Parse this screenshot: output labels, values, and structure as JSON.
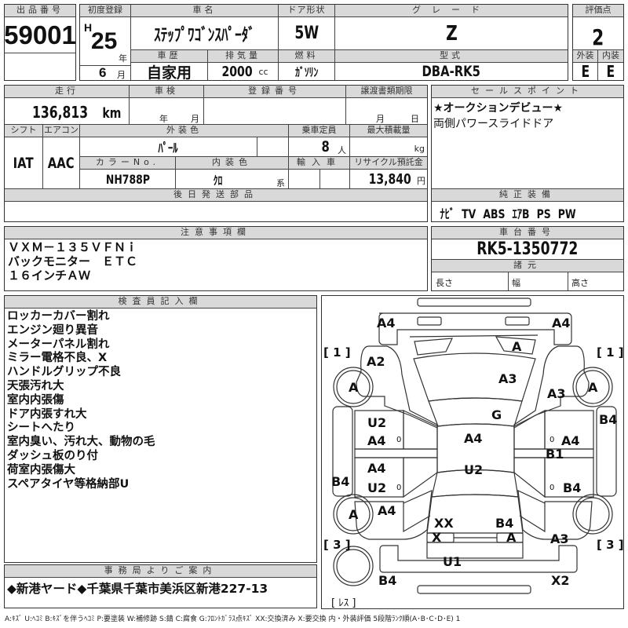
{
  "lot": {
    "label": "出品番号",
    "value": "59001"
  },
  "first_reg": {
    "label": "初度登録",
    "era": "H",
    "year": "25",
    "year_unit": "年",
    "month": "6",
    "month_unit": "月"
  },
  "car_name": {
    "label": "車名",
    "value": "ｽﾃｯﾌﾟﾜｺﾞﾝｽﾊﾟｰﾀﾞ"
  },
  "doors": {
    "label": "ドア形状",
    "value": "5W"
  },
  "grade": {
    "label": "グレード",
    "value": "Z"
  },
  "score": {
    "label": "評価点",
    "value": "2",
    "exterior_label": "外装",
    "exterior": "E",
    "interior_label": "内装",
    "interior": "E"
  },
  "history": {
    "label": "車歴",
    "value": "自家用"
  },
  "displacement": {
    "label": "排気量",
    "value": "2000",
    "unit": "cc"
  },
  "fuel": {
    "label": "燃料",
    "value": "ｶﾞｿﾘﾝ"
  },
  "model": {
    "label": "型式",
    "value": "DBA-RK5"
  },
  "mileage": {
    "label": "走行",
    "value": "136,813",
    "unit": "km"
  },
  "inspection": {
    "label": "車検",
    "year_unit": "年",
    "month_unit": "月"
  },
  "reg_number": {
    "label": "登録番号"
  },
  "transfer": {
    "label": "譲渡書類期限",
    "month_unit": "月",
    "day_unit": "日"
  },
  "shift": {
    "label": "シフト",
    "value": "IAT"
  },
  "aircon": {
    "label": "エアコン",
    "value": "AAC"
  },
  "ext_color": {
    "label": "外装色",
    "value": "ﾊﾟｰﾙ"
  },
  "capacity": {
    "label": "乗車定員",
    "value": "8",
    "unit": "人"
  },
  "max_load": {
    "label": "最大積載量",
    "unit": "kg"
  },
  "color_no": {
    "label": "カラーNo.",
    "value": "NH788P"
  },
  "int_color": {
    "label": "内装色",
    "value": "ｸﾛ",
    "unit": "系"
  },
  "import": {
    "label": "輸入車"
  },
  "recycle": {
    "label": "リサイクル預託金",
    "value": "13,840",
    "unit": "円"
  },
  "later_parts": {
    "label": "後日発送部品"
  },
  "sales_points": {
    "label": "セールスポイント",
    "lines": [
      "★オークションデビュー★",
      "両側パワースライドドア"
    ]
  },
  "equipment": {
    "label": "純正装備",
    "value": "ﾅﾋﾞ TV ABS ｴｱB PS PW"
  },
  "notes": {
    "label": "注意事項欄",
    "lines": [
      "ＶＸＭ－１３５ＶＦＮｉ",
      "バックモニター　ＥＴＣ",
      "１６インチＡＷ"
    ]
  },
  "chassis": {
    "label": "車台番号",
    "value": "RK5-1350772"
  },
  "specs": {
    "label": "諸元",
    "length": "長さ",
    "width": "幅",
    "height": "高さ"
  },
  "inspector": {
    "label": "検査員記入欄",
    "lines": [
      "ロッカーカバー割れ",
      "エンジン廻り異音",
      "メーターパネル割れ",
      "ミラー電格不良、X",
      "ハンドルグリップ不良",
      "天張汚れ大",
      "室内内張傷",
      "ドア内張すれ大",
      "シートへたり",
      "室内臭い、汚れ大、動物の毛",
      "ダッシュ板のり付",
      "荷室内張傷大",
      "スペアタイヤ等格納部U"
    ]
  },
  "office": {
    "label": "事務局よりご案内",
    "value": "◆新港ヤード◆千葉県千葉市美浜区新港227-13"
  },
  "legend": "A:ｷｽﾞ U:ﾍｺﾐ B:ｷｽﾞを伴うﾍｺﾐ P:要塗装 W:補修跡 S:錆 C:腐食 G:ﾌﾛﾝﾄｶﾞﾗｽ点ｷｽﾞ XX:交換済み X:要交換 内・外装評価 5段階ﾗﾝｸ順(A･B･C･D･E) 1",
  "diagram": {
    "marks": {
      "front_bumper_left": "A4",
      "front_bumper_right": "A4",
      "windshield_right": "A",
      "left_front_fender": "A2",
      "hood": "A3",
      "right_front_fender": "A3",
      "windshield_glass": "G",
      "tire_lf": "A",
      "tire_rf": "A",
      "tire_lr": "A",
      "left_front_door_1": "U2",
      "left_front_door_2": "A4",
      "left_rear_door_1": "A4",
      "left_rear_door_2": "U2",
      "roof_front": "A4",
      "roof_rear": "U2",
      "right_front_door": "A4",
      "right_pillar": "B1",
      "right_rear_door": "B4",
      "right_step": "B4",
      "left_step": "B4",
      "left_rear_fender": "A4",
      "right_rear_fender": "A3",
      "back_door_left": "XX",
      "back_door_right": "B4",
      "tail_left": "X",
      "tail_right": "A",
      "rear_panel": "U1",
      "rear_bumper_left": "B4",
      "rear_bumper_right": "X2"
    },
    "tire_labels": {
      "lf": "[ 1 ]",
      "rf": "[ 1 ]",
      "lr": "[ 3 ]",
      "rr": "[ 3 ]",
      "spare": "[ ﾚｽ ]"
    },
    "door_handle": "0"
  }
}
